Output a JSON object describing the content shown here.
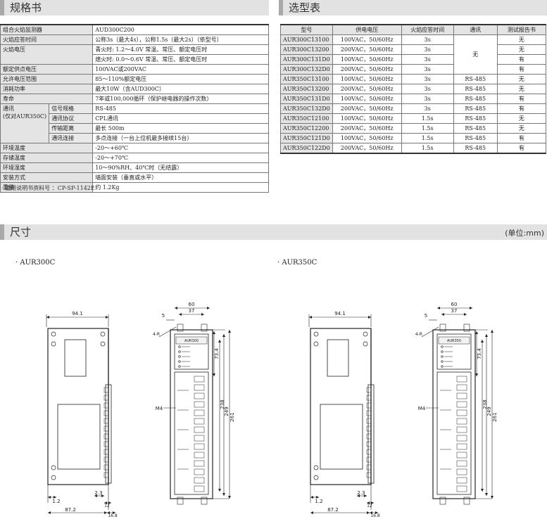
{
  "sections": {
    "spec_title": "规格书",
    "selection_title": "选型表",
    "dimensions_title": "尺寸",
    "dimensions_unit": "(单位:mm)"
  },
  "spec": {
    "rows": [
      {
        "label": "组合火焰监测器",
        "value": "AUD300C200"
      },
      {
        "label": "火焰应答时间",
        "value": "公称3s（最大4s），公称1.5s（最大2s）（依型号）"
      },
      {
        "label": "火焰电压",
        "value": "青火时: 1.2～4.0V 常温、常压、额定电压时"
      },
      {
        "label": "",
        "value": "熄火时: 0.0～0.6V 常温、常压、额定电压时"
      },
      {
        "label": "额定供点电压",
        "value": "100VAC或200VAC"
      },
      {
        "label": "允许电压范围",
        "value": "85～110%额定电压"
      },
      {
        "label": "消耗功率",
        "value": "最大10W（含AUD300C）"
      },
      {
        "label": "寿命",
        "value": "7年或100,000循环（保护继电器的操作次数）"
      }
    ],
    "comm_label": "通讯",
    "comm_note": "(仅对AUR350C)",
    "comm_rows": [
      {
        "label": "信号规格",
        "value": "RS-485"
      },
      {
        "label": "通讯协议",
        "value": "CPL通讯"
      },
      {
        "label": "传输距离",
        "value": "最长 500m"
      },
      {
        "label": "通讯连接",
        "value": "多点连接（一台上位机最多接续15台）"
      }
    ],
    "tail_rows": [
      {
        "label": "环境温度",
        "value": "-20～+60℃"
      },
      {
        "label": "存储温度",
        "value": "-20～+70℃"
      },
      {
        "label": "环境湿度",
        "value": "10～90%RH、40℃时（无结露）"
      },
      {
        "label": "安装方式",
        "value": "墙面安装（垂直或水平）"
      },
      {
        "label": "重量",
        "value": "约 1.2Kg"
      }
    ],
    "footnote": "· 使用说明书资料号 ：CP-SP-1142E"
  },
  "selection": {
    "headers": [
      "型号",
      "供电电压",
      "火焰应答时间",
      "通讯",
      "测试报告书"
    ],
    "rows": [
      [
        "AUR300C13100",
        "100VAC，50/60Hz",
        "3s",
        "",
        "无"
      ],
      [
        "AUR300C13200",
        "200VAC，50/60Hz",
        "3s",
        "",
        "无"
      ],
      [
        "AUR300C131D0",
        "100VAC，50/60Hz",
        "3s",
        "",
        "有"
      ],
      [
        "AUR300C132D0",
        "200VAC，50/60Hz",
        "3s",
        "",
        "有"
      ],
      [
        "AUR350C13100",
        "100VAC，50/60Hz",
        "3s",
        "RS-485",
        "无"
      ],
      [
        "AUR350C13200",
        "200VAC，50/60Hz",
        "3s",
        "RS-485",
        "无"
      ],
      [
        "AUR350C131D0",
        "100VAC，50/60Hz",
        "3s",
        "RS-485",
        "有"
      ],
      [
        "AUR350C132D0",
        "200VAC，50/60Hz",
        "3s",
        "RS-485",
        "有"
      ],
      [
        "AUR350C12100",
        "100VAC，50/60Hz",
        "1.5s",
        "RS-485",
        "无"
      ],
      [
        "AUR350C12200",
        "200VAC，50/60Hz",
        "1.5s",
        "RS-485",
        "无"
      ],
      [
        "AUR350C121D0",
        "100VAC，50/60Hz",
        "1.5s",
        "RS-485",
        "有"
      ],
      [
        "AUR350C122D0",
        "200VAC，50/60Hz",
        "1.5s",
        "RS-485",
        "有"
      ]
    ],
    "merged_comm_value": "无"
  },
  "dimensions": {
    "models": [
      "·  AUR300C",
      "·  AUR350C"
    ],
    "dim_94_1": "94.1",
    "dim_60": "60",
    "dim_37": "37",
    "dim_5": "5",
    "dim_4r": "4-R",
    "dim_m4": "M4",
    "dim_73_4": "73.4",
    "dim_238": "238",
    "dim_249": "249",
    "dim_261": "261",
    "dim_1_2": "1.2",
    "dim_2_3": "2.3",
    "dim_12": "12",
    "dim_87_2": "87.2",
    "dim_16_8": "16.8",
    "device_label_300": "AUR300",
    "device_label_350": "AUR350"
  }
}
